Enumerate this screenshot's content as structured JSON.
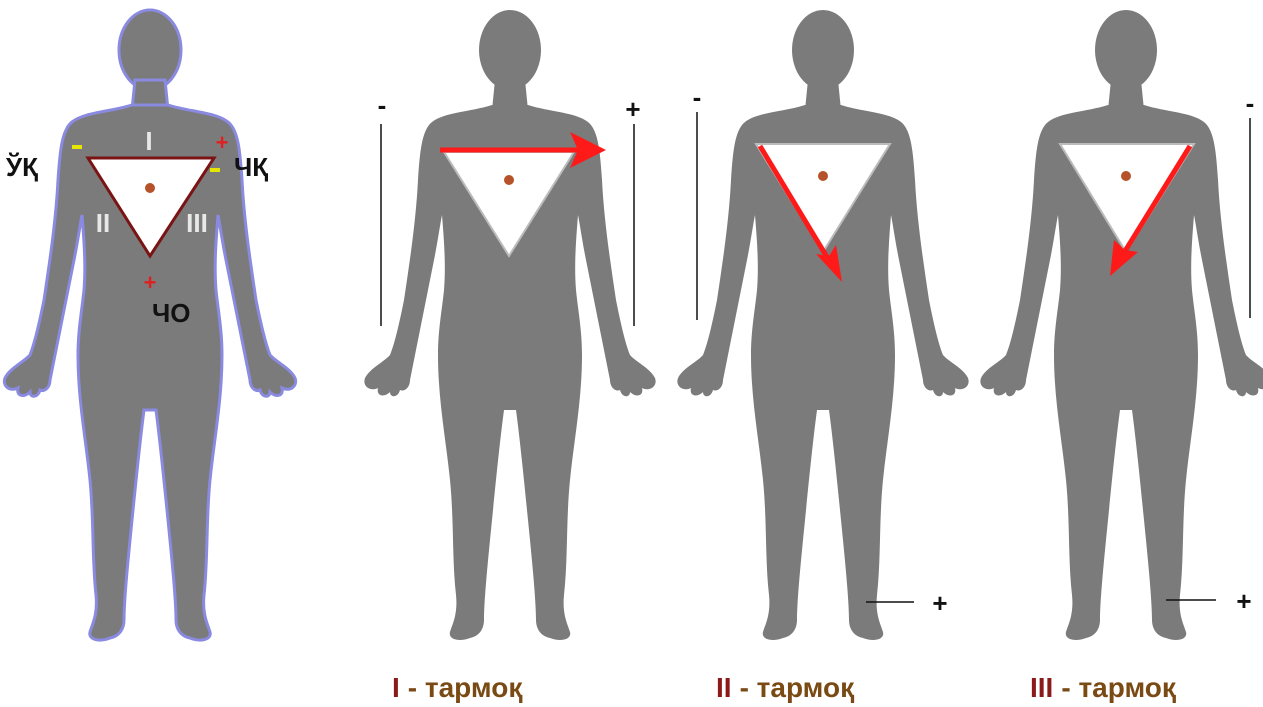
{
  "figure_left": {
    "electrodes": {
      "right_arm": "ЎҚ",
      "left_arm": "ЧҚ",
      "left_leg": "ЧО"
    },
    "lead_numbers": {
      "lead1": "I",
      "lead2": "II",
      "lead3": "III"
    },
    "signs": {
      "plus": "+",
      "minus": "-"
    }
  },
  "leads": [
    {
      "roman": "I",
      "label": "- тармоқ",
      "pole_top_left": "-",
      "pole_top_right": "+",
      "pole_bottom": ""
    },
    {
      "roman": "II",
      "label": "- тармоқ",
      "pole_top_left": "-",
      "pole_top_right": "",
      "pole_bottom": "+"
    },
    {
      "roman": "III",
      "label": "- тармоқ",
      "pole_top_left": "",
      "pole_top_right": "-",
      "pole_bottom": "+"
    }
  ],
  "colors": {
    "body": "#7b7b7b",
    "outline": "#8a8ae0",
    "triangle_fill": "#ffffff",
    "triangle_edge": "#7a1414",
    "arrow": "#ff1a1a",
    "minus_marker": "#e6e600",
    "heart_dot": "#b5522a",
    "caption_roman": "#8b1a1a",
    "caption_word": "#7a4a14"
  }
}
